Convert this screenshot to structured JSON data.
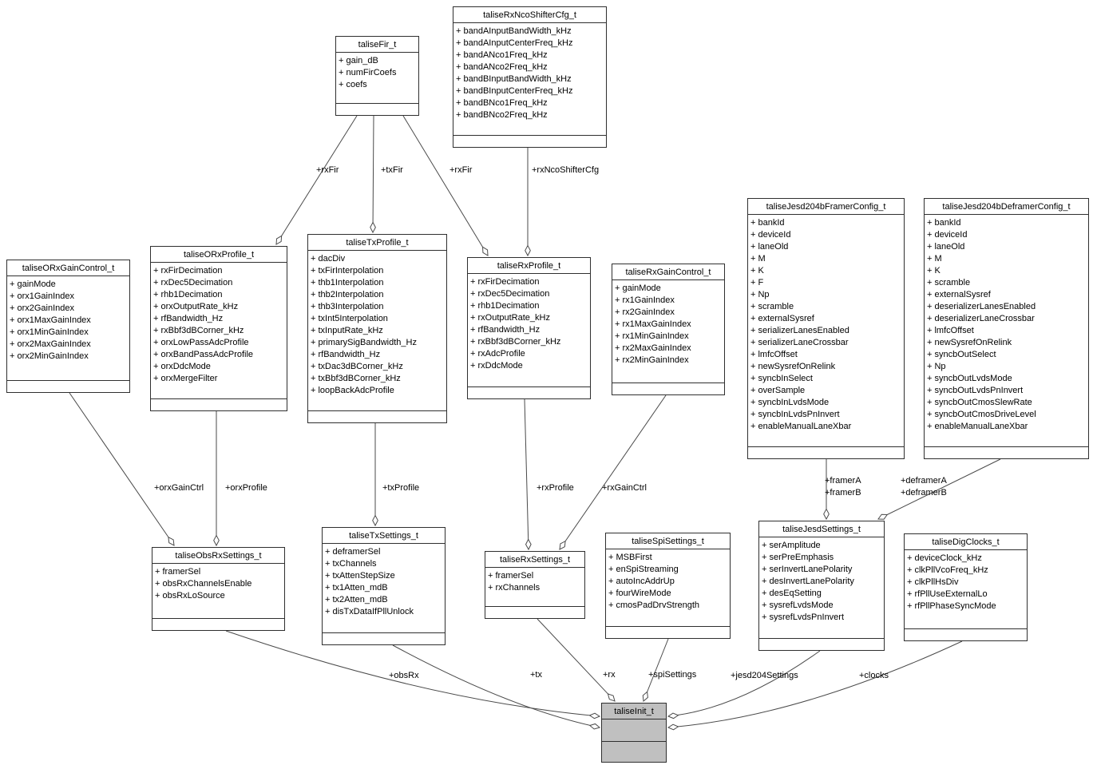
{
  "diagram": {
    "type": "uml-class-collaboration-diagram",
    "colors_note": "white class boxes, gray filled root node"
  },
  "colors": {
    "background": "#ffffff",
    "box_fill": "#ffffff",
    "box_border": "#2f2f2f",
    "edge": "#4a4a4a",
    "init_fill": "#c0c0c0"
  },
  "classes": {
    "fir": {
      "name": "taliseFir_t",
      "attributes": [
        "+ gain_dB",
        "+ numFirCoefs",
        "+ coefs"
      ]
    },
    "rxNcoShifterCfg": {
      "name": "taliseRxNcoShifterCfg_t",
      "attributes": [
        "+ bandAInputBandWidth_kHz",
        "+ bandAInputCenterFreq_kHz",
        "+ bandANco1Freq_kHz",
        "+ bandANco2Freq_kHz",
        "+ bandBInputBandWidth_kHz",
        "+ bandBInputCenterFreq_kHz",
        "+ bandBNco1Freq_kHz",
        "+ bandBNco2Freq_kHz"
      ]
    },
    "orxGainControl": {
      "name": "taliseORxGainControl_t",
      "attributes": [
        "+ gainMode",
        "+ orx1GainIndex",
        "+ orx2GainIndex",
        "+ orx1MaxGainIndex",
        "+ orx1MinGainIndex",
        "+ orx2MaxGainIndex",
        "+ orx2MinGainIndex"
      ]
    },
    "orxProfile": {
      "name": "taliseORxProfile_t",
      "attributes": [
        "+ rxFirDecimation",
        "+ rxDec5Decimation",
        "+ rhb1Decimation",
        "+ orxOutputRate_kHz",
        "+ rfBandwidth_Hz",
        "+ rxBbf3dBCorner_kHz",
        "+ orxLowPassAdcProfile",
        "+ orxBandPassAdcProfile",
        "+ orxDdcMode",
        "+ orxMergeFilter"
      ]
    },
    "txProfile": {
      "name": "taliseTxProfile_t",
      "attributes": [
        "+ dacDiv",
        "+ txFirInterpolation",
        "+ thb1Interpolation",
        "+ thb2Interpolation",
        "+ thb3Interpolation",
        "+ txInt5Interpolation",
        "+ txInputRate_kHz",
        "+ primarySigBandwidth_Hz",
        "+ rfBandwidth_Hz",
        "+ txDac3dBCorner_kHz",
        "+ txBbf3dBCorner_kHz",
        "+ loopBackAdcProfile"
      ]
    },
    "rxProfile": {
      "name": "taliseRxProfile_t",
      "attributes": [
        "+ rxFirDecimation",
        "+ rxDec5Decimation",
        "+ rhb1Decimation",
        "+ rxOutputRate_kHz",
        "+ rfBandwidth_Hz",
        "+ rxBbf3dBCorner_kHz",
        "+ rxAdcProfile",
        "+ rxDdcMode"
      ]
    },
    "rxGainControl": {
      "name": "taliseRxGainControl_t",
      "attributes": [
        "+ gainMode",
        "+ rx1GainIndex",
        "+ rx2GainIndex",
        "+ rx1MaxGainIndex",
        "+ rx1MinGainIndex",
        "+ rx2MaxGainIndex",
        "+ rx2MinGainIndex"
      ]
    },
    "framerConfig": {
      "name": "taliseJesd204bFramerConfig_t",
      "attributes": [
        "+ bankId",
        "+ deviceId",
        "+ laneOld",
        "+ M",
        "+ K",
        "+ F",
        "+ Np",
        "+ scramble",
        "+ externalSysref",
        "+ serializerLanesEnabled",
        "+ serializerLaneCrossbar",
        "+ lmfcOffset",
        "+ newSysrefOnRelink",
        "+ syncbInSelect",
        "+ overSample",
        "+ syncbInLvdsMode",
        "+ syncbInLvdsPnInvert",
        "+ enableManualLaneXbar"
      ]
    },
    "deframerConfig": {
      "name": "taliseJesd204bDeframerConfig_t",
      "attributes": [
        "+ bankId",
        "+ deviceId",
        "+ laneOld",
        "+ M",
        "+ K",
        "+ scramble",
        "+ externalSysref",
        "+ deserializerLanesEnabled",
        "+ deserializerLaneCrossbar",
        "+ lmfcOffset",
        "+ newSysrefOnRelink",
        "+ syncbOutSelect",
        "+ Np",
        "+ syncbOutLvdsMode",
        "+ syncbOutLvdsPnInvert",
        "+ syncbOutCmosSlewRate",
        "+ syncbOutCmosDriveLevel",
        "+ enableManualLaneXbar"
      ]
    },
    "obsRxSettings": {
      "name": "taliseObsRxSettings_t",
      "attributes": [
        "+ framerSel",
        "+ obsRxChannelsEnable",
        "+ obsRxLoSource"
      ]
    },
    "txSettings": {
      "name": "taliseTxSettings_t",
      "attributes": [
        "+ deframerSel",
        "+ txChannels",
        "+ txAttenStepSize",
        "+ tx1Atten_mdB",
        "+ tx2Atten_mdB",
        "+ disTxDataIfPllUnlock"
      ]
    },
    "rxSettings": {
      "name": "taliseRxSettings_t",
      "attributes": [
        "+ framerSel",
        "+ rxChannels"
      ]
    },
    "spiSettings": {
      "name": "taliseSpiSettings_t",
      "attributes": [
        "+ MSBFirst",
        "+ enSpiStreaming",
        "+ autoIncAddrUp",
        "+ fourWireMode",
        "+ cmosPadDrvStrength"
      ]
    },
    "jesdSettings": {
      "name": "taliseJesdSettings_t",
      "attributes": [
        "+ serAmplitude",
        "+ serPreEmphasis",
        "+ serInvertLanePolarity",
        "+ desInvertLanePolarity",
        "+ desEqSetting",
        "+ sysrefLvdsMode",
        "+ sysrefLvdsPnInvert"
      ]
    },
    "digClocks": {
      "name": "taliseDigClocks_t",
      "attributes": [
        "+ deviceClock_kHz",
        "+ clkPllVcoFreq_kHz",
        "+ clkPllHsDiv",
        "+ rfPllUseExternalLo",
        "+ rfPllPhaseSyncMode"
      ]
    },
    "init": {
      "name": "taliseInit_t",
      "attributes": []
    }
  },
  "relations": [
    {
      "from": "taliseFir_t",
      "to": "taliseORxProfile_t",
      "type": "aggregation",
      "labels": [
        "+rxFir"
      ]
    },
    {
      "from": "taliseFir_t",
      "to": "taliseTxProfile_t",
      "type": "aggregation",
      "labels": [
        "+txFir"
      ]
    },
    {
      "from": "taliseFir_t",
      "to": "taliseRxProfile_t",
      "type": "aggregation",
      "labels": [
        "+rxFir"
      ]
    },
    {
      "from": "taliseRxNcoShifterCfg_t",
      "to": "taliseRxProfile_t",
      "type": "aggregation",
      "labels": [
        "+rxNcoShifterCfg"
      ]
    },
    {
      "from": "taliseORxGainControl_t",
      "to": "taliseObsRxSettings_t",
      "type": "aggregation",
      "labels": [
        "+orxGainCtrl"
      ]
    },
    {
      "from": "taliseORxProfile_t",
      "to": "taliseObsRxSettings_t",
      "type": "aggregation",
      "labels": [
        "+orxProfile"
      ]
    },
    {
      "from": "taliseTxProfile_t",
      "to": "taliseTxSettings_t",
      "type": "aggregation",
      "labels": [
        "+txProfile"
      ]
    },
    {
      "from": "taliseRxProfile_t",
      "to": "taliseRxSettings_t",
      "type": "aggregation",
      "labels": [
        "+rxProfile"
      ]
    },
    {
      "from": "taliseRxGainControl_t",
      "to": "taliseRxSettings_t",
      "type": "aggregation",
      "labels": [
        "+rxGainCtrl"
      ]
    },
    {
      "from": "taliseJesd204bFramerConfig_t",
      "to": "taliseJesdSettings_t",
      "type": "aggregation",
      "labels": [
        "+framerA",
        "+framerB"
      ]
    },
    {
      "from": "taliseJesd204bDeframerConfig_t",
      "to": "taliseJesdSettings_t",
      "type": "aggregation",
      "labels": [
        "+deframerA",
        "+deframerB"
      ]
    },
    {
      "from": "taliseObsRxSettings_t",
      "to": "taliseInit_t",
      "type": "aggregation",
      "labels": [
        "+obsRx"
      ]
    },
    {
      "from": "taliseTxSettings_t",
      "to": "taliseInit_t",
      "type": "aggregation",
      "labels": [
        "+tx"
      ]
    },
    {
      "from": "taliseRxSettings_t",
      "to": "taliseInit_t",
      "type": "aggregation",
      "labels": [
        "+rx"
      ]
    },
    {
      "from": "taliseSpiSettings_t",
      "to": "taliseInit_t",
      "type": "aggregation",
      "labels": [
        "+spiSettings"
      ]
    },
    {
      "from": "taliseJesdSettings_t",
      "to": "taliseInit_t",
      "type": "aggregation",
      "labels": [
        "+jesd204Settings"
      ]
    },
    {
      "from": "taliseDigClocks_t",
      "to": "taliseInit_t",
      "type": "aggregation",
      "labels": [
        "+clocks"
      ]
    }
  ]
}
